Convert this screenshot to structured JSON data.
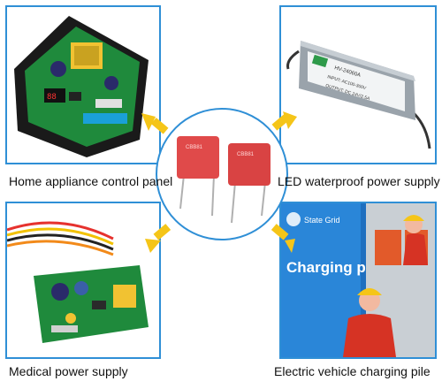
{
  "captions": {
    "home_appliance": "Home appliance control panel",
    "led_power": "LED waterproof power supply",
    "medical_power": "Medical power supply",
    "ev_charging": "Electric vehicle charging pile"
  },
  "capacitor_marking": "CBB81",
  "led_label": {
    "brand": "HV-24060A",
    "line1": "INPUT: AC100-300V",
    "line2": "OUTPUT: DC 24V/2.5A"
  },
  "ev_sign": {
    "company": "State Grid",
    "title": "Charging pile"
  },
  "colors": {
    "border": "#2f8fd6",
    "arrow": "#f5c518",
    "capacitor": "#e04a4a"
  }
}
